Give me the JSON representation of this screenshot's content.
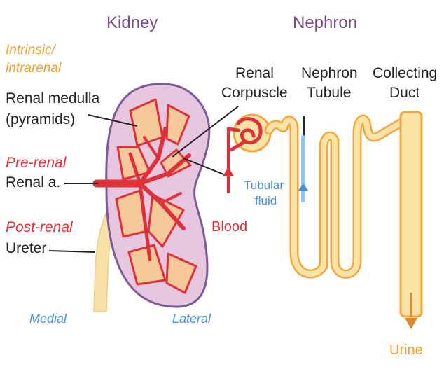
{
  "headers": {
    "kidney": "Kidney",
    "nephron": "Nephron"
  },
  "kidney_labels": {
    "intrinsic": "Intrinsic/",
    "intrarenal": "intrarenal",
    "renal_medulla": "Renal medulla",
    "pyramids": "(pyramids)",
    "prerenal": "Pre-renal",
    "renal_a": "Renal a.",
    "postrenal": "Post-renal",
    "ureter": "Ureter",
    "medial": "Medial",
    "lateral": "Lateral"
  },
  "nephron_labels": {
    "renal": "Renal",
    "corpuscle": "Corpuscle",
    "nephron": "Nephron",
    "tubule": "Tubule",
    "collecting": "Collecting",
    "duct": "Duct",
    "tubular": "Tubular",
    "fluid": "fluid",
    "blood": "Blood",
    "urine": "Urine"
  },
  "colors": {
    "capsule_pink": "#e7c6df",
    "capsule_outline": "#7e5a9a",
    "pyramid_fill": "#f6c89a",
    "vessel_red": "#e0303a",
    "tubule_yellow": "#fbe3a6",
    "tubule_orange": "#f3a640",
    "fluid_blue": "#4a90d9",
    "ureter_yellow": "#f8e0a8"
  }
}
